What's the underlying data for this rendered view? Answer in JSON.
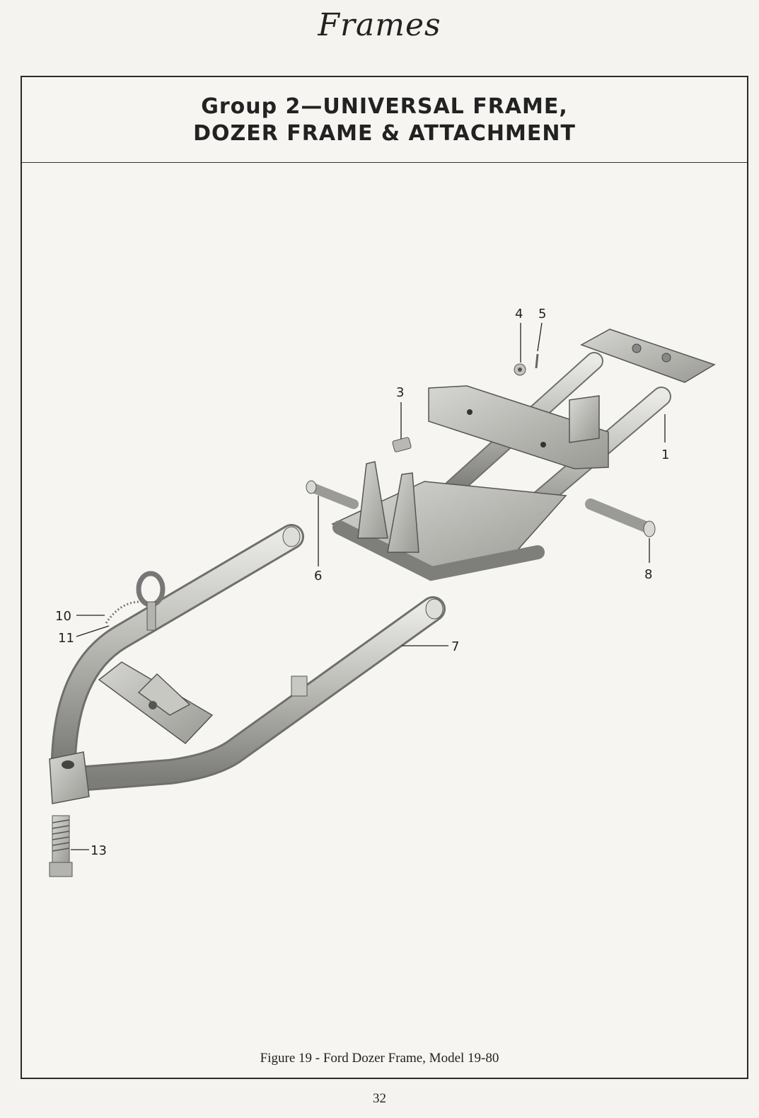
{
  "running_head": "Frames",
  "title": {
    "line1": "Group 2—UNIVERSAL FRAME,",
    "line2": "DOZER FRAME & ATTACHMENT"
  },
  "callouts": [
    "1",
    "3",
    "4",
    "5",
    "6",
    "7",
    "8",
    "10",
    "11",
    "13"
  ],
  "caption": "Figure 19 - Ford Dozer Frame, Model 19-80",
  "page_number": "32"
}
